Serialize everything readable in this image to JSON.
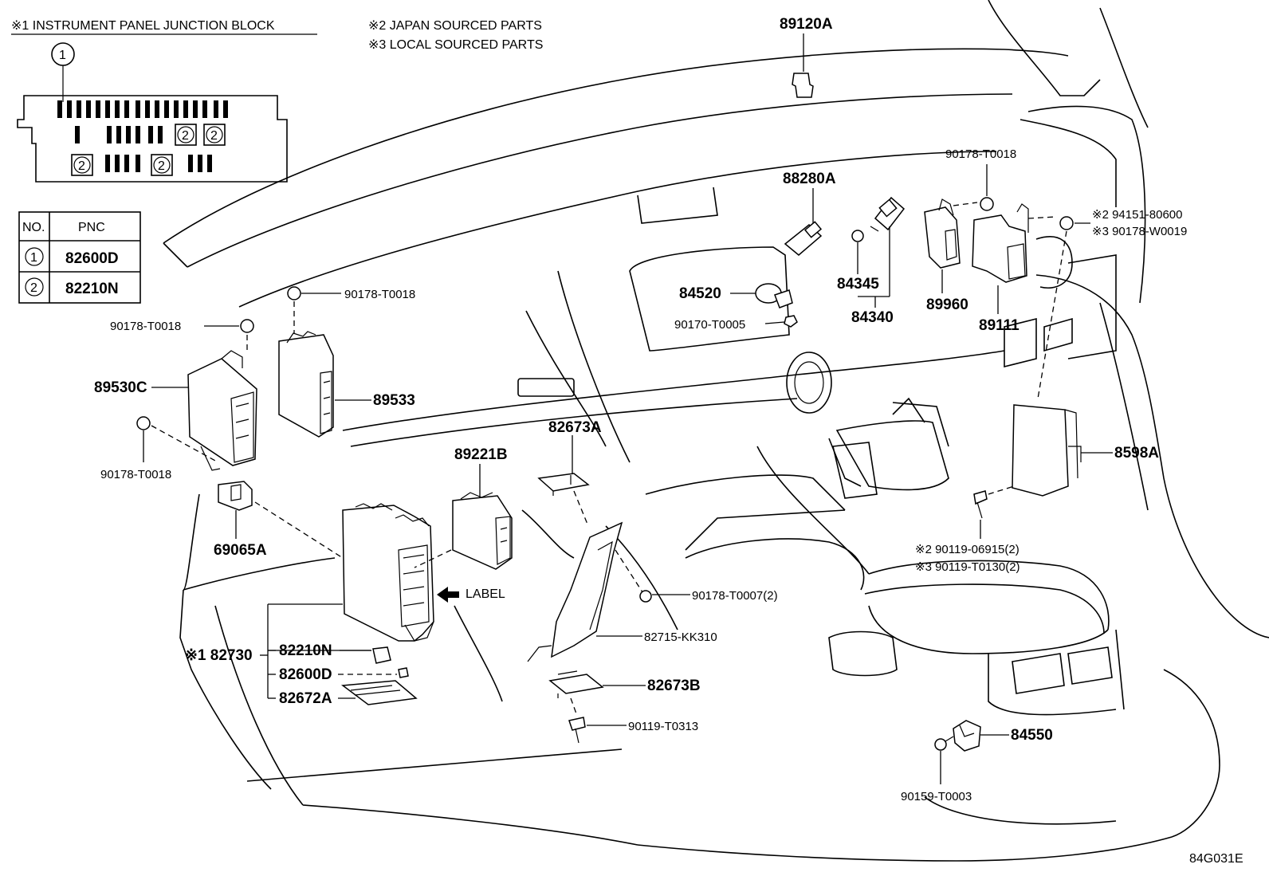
{
  "notes": {
    "note1": "※1 INSTRUMENT PANEL JUNCTION BLOCK",
    "note2": "※2 JAPAN SOURCED PARTS",
    "note3": "※3 LOCAL SOURCED PARTS"
  },
  "table": {
    "header_no": "NO.",
    "header_pnc": "PNC",
    "rows": [
      {
        "no": "1",
        "pnc": "82600D"
      },
      {
        "no": "2",
        "pnc": "82210N"
      }
    ]
  },
  "junction_block": {
    "callout_1": "1",
    "slot_2a": "2",
    "slot_2b": "2",
    "slot_2c": "2",
    "slot_2d": "2"
  },
  "labels": {
    "p89120A": "89120A",
    "p88280A": "88280A",
    "p90178_T0018_top": "90178-T0018",
    "p94151": "※2 94151-80600",
    "p90178_W0019": "※3 90178-W0019",
    "p90178_T0018_a": "90178-T0018",
    "p90178_T0018_b": "90178-T0018",
    "p90178_T0018_c": "90178-T0018",
    "p84520": "84520",
    "p90170_T0005": "90170-T0005",
    "p84345": "84345",
    "p84340": "84340",
    "p89960": "89960",
    "p89111": "89111",
    "p89530C": "89530C",
    "p89533": "89533",
    "p82673A": "82673A",
    "p89221B": "89221B",
    "p8598A": "8598A",
    "p69065A": "69065A",
    "p90119_06915": "※2 90119-06915(2)",
    "p90119_T0130": "※3 90119-T0130(2)",
    "label_text": "LABEL",
    "p90178_T0007": "90178-T0007(2)",
    "p82730": "※1 82730",
    "p82210N": "82210N",
    "p82600D": "82600D",
    "p82672A": "82672A",
    "p82715": "82715-KK310",
    "p82673B": "82673B",
    "p90119_T0313": "90119-T0313",
    "p84550": "84550",
    "p90159_T0003": "90159-T0003",
    "code": "84G031E"
  }
}
